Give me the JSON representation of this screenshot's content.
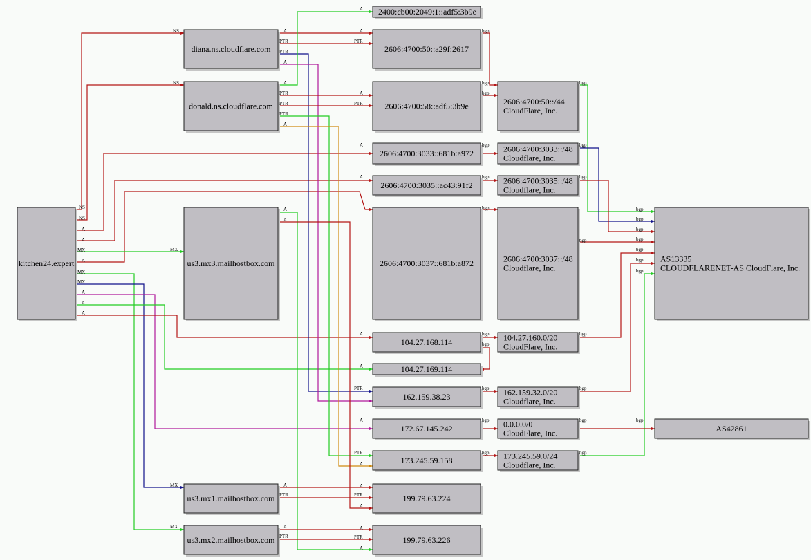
{
  "colors": {
    "red": "#b41616",
    "green": "#22cc22",
    "blue": "#10108a",
    "magenta": "#b0189a",
    "orange": "#d08a10",
    "node_fill": "#c0bec3",
    "background": "#f9fbf9"
  },
  "nodes": {
    "domain": "kitchen24.expert",
    "diana": "diana.ns.cloudflare.com",
    "donald": "donald.ns.cloudflare.com",
    "mx3": "us3.mx3.mailhostbox.com",
    "mx1": "us3.mx1.mailhostbox.com",
    "mx2": "us3.mx2.mailhostbox.com",
    "ip6_2400": "2400:cb00:2049:1::adf5:3b9e",
    "ip6_2617": "2606:4700:50::a29f:2617",
    "ip6_3b9e": "2606:4700:58::adf5:3b9e",
    "ip6_a972": "2606:4700:3033::681b:a972",
    "ip6_91f2": "2606:4700:3035::ac43:91f2",
    "ip6_a872": "2606:4700:3037::681b:a872",
    "ip_168": "104.27.168.114",
    "ip_169": "104.27.169.114",
    "ip_38": "162.159.38.23",
    "ip_145": "172.67.145.242",
    "ip_59": "173.245.59.158",
    "ip_224": "199.79.63.224",
    "ip_226": "199.79.63.226",
    "pfx_50": [
      "2606:4700:50::/44",
      "CloudFlare, Inc."
    ],
    "pfx_3033": [
      "2606:4700:3033::/48",
      "Cloudflare, Inc."
    ],
    "pfx_3035": [
      "2606:4700:3035::/48",
      "Cloudflare, Inc."
    ],
    "pfx_3037": [
      "2606:4700:3037::/48",
      "Cloudflare, Inc."
    ],
    "pfx_104": [
      "104.27.160.0/20",
      "CloudFlare, Inc."
    ],
    "pfx_162": [
      "162.159.32.0/20",
      "Cloudflare, Inc."
    ],
    "pfx_0": [
      "0.0.0.0/0",
      "CloudFlare, Inc."
    ],
    "pfx_173": [
      "173.245.59.0/24",
      "Cloudflare, Inc."
    ],
    "as13335": [
      "AS13335",
      "CLOUDFLARENET-AS CloudFlare, Inc."
    ],
    "as42861": "AS42861"
  },
  "edge_labels": {
    "ns": "NS",
    "a": "A",
    "mx": "MX",
    "ptr": "PTR",
    "bgp": "bgp"
  }
}
